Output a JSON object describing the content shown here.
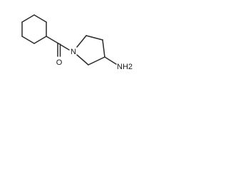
{
  "molecule": {
    "atoms": {
      "oxygen": "O",
      "nitrogen": "N",
      "amine": "NH2"
    },
    "colors": {
      "bond": "#2a2a2a",
      "label": "#1a1a1a",
      "background": "#ffffff"
    }
  }
}
